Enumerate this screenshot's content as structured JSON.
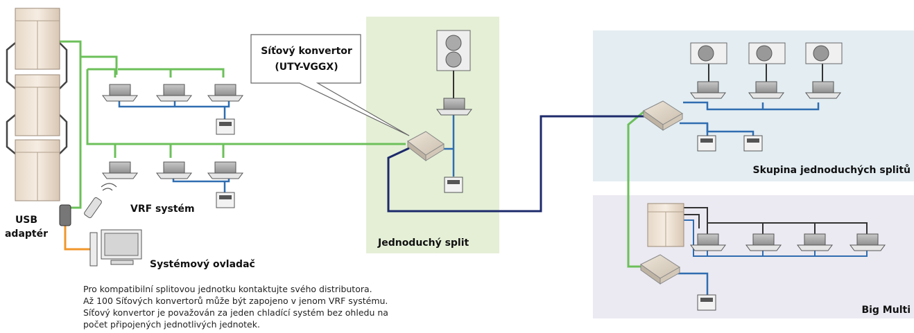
{
  "labels": {
    "converter_line1": "Síťový konvertor",
    "converter_line2": "(UTY-VGGX)",
    "usb_line1": "USB",
    "usb_line2": "adaptér",
    "vrf_system": "VRF systém",
    "system_controller": "Systémový ovladač",
    "simple_split": "Jednoduchý split",
    "simple_split_group": "Skupina jednoduchých splitů",
    "big_multi": "Big Multi"
  },
  "notes": [
    "Pro kompatibilní splitovou jednotku kontaktujte svého distributora.",
    "Až 100 Síťových konvertorů může být zapojeno v jenom VRF systému.",
    "Síťový konvertor je považován za jeden chladící systém bez ohledu na",
    "počet připojených jednotlivých jednotek."
  ],
  "colors": {
    "network_line": "#6cc05a",
    "refrigerant_line": "#2f6db0",
    "converter_link": "#1d2a6b",
    "usb_line": "#f0962a",
    "simple_split_bg": "#e4efd6",
    "group_bg": "#e3edf2",
    "big_multi_bg": "#ebe9f1"
  }
}
